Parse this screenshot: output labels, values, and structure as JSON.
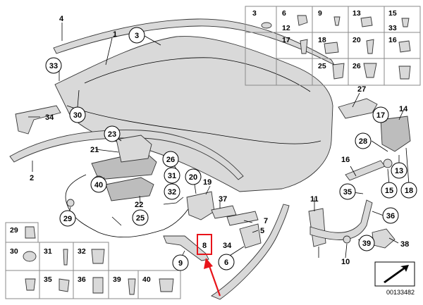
{
  "callouts": [
    {
      "n": "1"
    },
    {
      "n": "2"
    },
    {
      "n": "3"
    },
    {
      "n": "4"
    },
    {
      "n": "5"
    },
    {
      "n": "6"
    },
    {
      "n": "7"
    },
    {
      "n": "8"
    },
    {
      "n": "9"
    },
    {
      "n": "10"
    },
    {
      "n": "11"
    },
    {
      "n": "13"
    },
    {
      "n": "14"
    },
    {
      "n": "15"
    },
    {
      "n": "16"
    },
    {
      "n": "17"
    },
    {
      "n": "18"
    },
    {
      "n": "19"
    },
    {
      "n": "20"
    },
    {
      "n": "21"
    },
    {
      "n": "22"
    },
    {
      "n": "23"
    },
    {
      "n": "25"
    },
    {
      "n": "26"
    },
    {
      "n": "27"
    },
    {
      "n": "28"
    },
    {
      "n": "29"
    },
    {
      "n": "30"
    },
    {
      "n": "31"
    },
    {
      "n": "32"
    },
    {
      "n": "33"
    },
    {
      "n": "34"
    },
    {
      "n": "34"
    },
    {
      "n": "35"
    },
    {
      "n": "36"
    },
    {
      "n": "37"
    },
    {
      "n": "38"
    },
    {
      "n": "39"
    },
    {
      "n": "40"
    }
  ],
  "grid_top_right": [
    "3",
    "6",
    "12",
    "9",
    "13",
    "15",
    "33",
    "17",
    "18",
    "20",
    "25",
    "26",
    "16"
  ],
  "grid_bottom_left": [
    "29",
    "30",
    "31",
    "32",
    "35",
    "36",
    "39",
    "40"
  ],
  "highlight": {
    "label": "8",
    "color": "#e8141a"
  },
  "doc_id": "00133482",
  "colors": {
    "line": "#000000",
    "part_fill": "#d9d9d9",
    "arrow": "#e8141a"
  }
}
